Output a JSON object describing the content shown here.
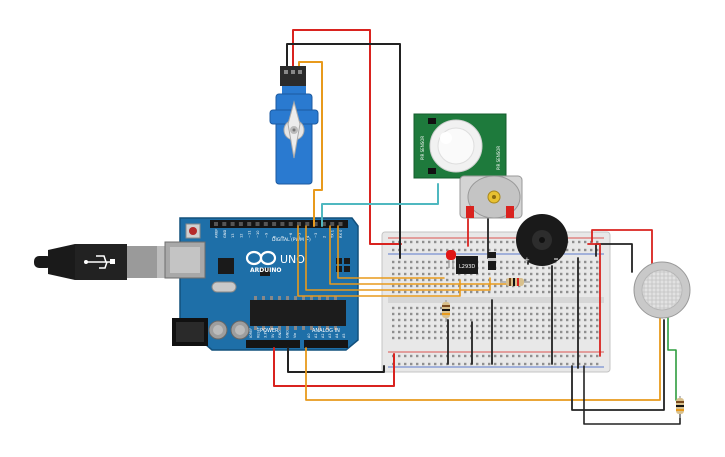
{
  "arduino": {
    "brand": "ARDUINO",
    "model": "UNO",
    "digital_label": "DIGITAL (PWM ~)",
    "power_label": "POWER",
    "analog_label": "ANALOG IN",
    "digital_pins": [
      "AREF",
      "GND",
      "13",
      "12",
      "~11",
      "~10",
      "~9",
      "8",
      "7",
      "~6",
      "~5",
      "4",
      "~3",
      "2",
      "TX 1",
      "RX 0"
    ],
    "power_pins": [
      "IOREF",
      "RESET",
      "3.3V",
      "5V",
      "GND",
      "GND",
      "Vin"
    ],
    "analog_pins": [
      "A0",
      "A1",
      "A2",
      "A3",
      "A4",
      "A5"
    ]
  },
  "motor_driver": {
    "label": "L293D"
  },
  "pir_sensor": {
    "label_left": "PIR SENSOR",
    "label_right": "PIR SENSOR"
  },
  "colors": {
    "board": "#1e6fa8",
    "breadboard": "#e8e8e8",
    "wire_red": "#d9231f",
    "wire_black": "#222222",
    "wire_orange": "#e89a1c",
    "wire_teal": "#4fb8c0",
    "wire_green": "#2e9d3e",
    "wire_yellow": "#e6c229",
    "servo_blue": "#2a7ad0",
    "pir_green": "#1e7a3c"
  }
}
